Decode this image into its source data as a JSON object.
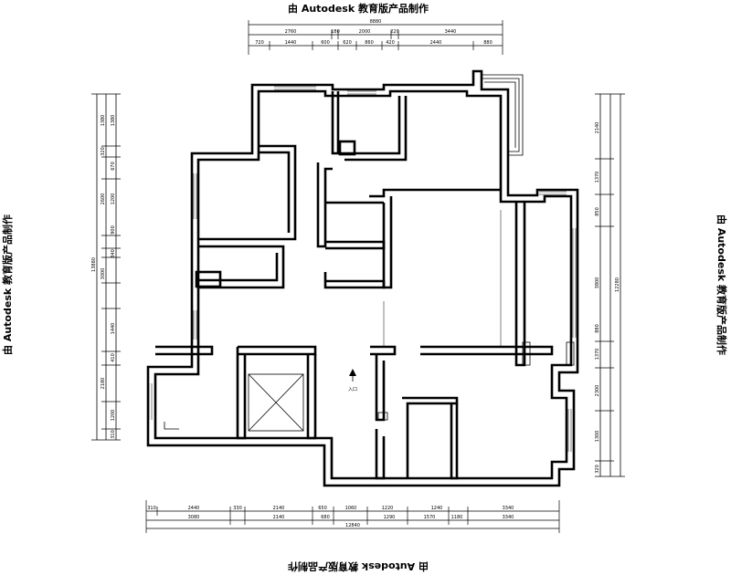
{
  "watermark": {
    "top": "由 Autodesk 教育版产品制作",
    "right": "由 Autodesk 教育版产品制作",
    "left": "由 Autodesk 教育版产品制作",
    "bottom": "由 Autodesk 教育版产品制作"
  },
  "dimensions": {
    "top_total": "8880",
    "top_row1": [
      "2760",
      "180",
      "2000",
      "220",
      "3440"
    ],
    "top_row2": [
      "720",
      "1440",
      "600",
      "620",
      "860",
      "420",
      "2440",
      "880"
    ],
    "bottom_total": "12840",
    "bottom_row1": [
      "310",
      "2440",
      "330",
      "2140",
      "650",
      "1060",
      "1220",
      "1240",
      "3340"
    ],
    "bottom_row2": [
      "3080",
      "2140",
      "680",
      "1290",
      "1570",
      "1180",
      "3340"
    ],
    "left_total": "13880",
    "left_col": [
      "1380",
      "1380",
      "320",
      "670",
      "2600",
      "1200",
      "900",
      "840",
      "3000",
      "1440",
      "410",
      "2180",
      "1200",
      "310"
    ],
    "right_total": "12280",
    "right_col": [
      "2140",
      "1370",
      "850",
      "3800",
      "880",
      "1370",
      "2300",
      "1300",
      "320"
    ]
  },
  "labels": {
    "entrance": "入口"
  }
}
